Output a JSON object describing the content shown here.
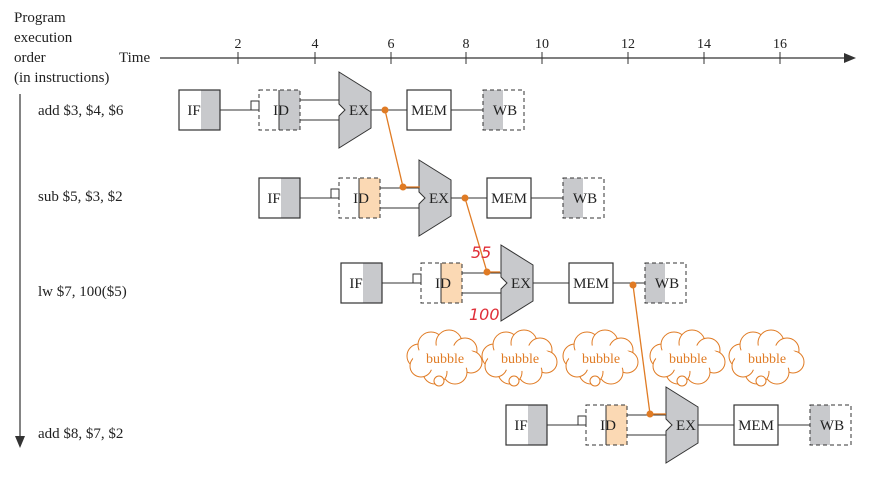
{
  "axis": {
    "row_label_lines": [
      "Program",
      "execution",
      "order",
      "(in instructions)"
    ],
    "time_label": "Time",
    "ticks": [
      "2",
      "4",
      "6",
      "8",
      "10",
      "12",
      "14",
      "16"
    ]
  },
  "instructions": [
    {
      "text": "add $3, $4, $6"
    },
    {
      "text": "sub $5, $3, $2"
    },
    {
      "text": "lw $7, 100($5)"
    },
    {
      "text": "add $8, $7, $2"
    }
  ],
  "stages": {
    "if": "IF",
    "id": "ID",
    "ex": "EX",
    "mem": "MEM",
    "wb": "WB"
  },
  "bubble_label": "bubble",
  "bubble_count": 5,
  "annotations": {
    "top": "55",
    "bottom": "100"
  },
  "colors": {
    "forward": "#e07b24",
    "shade": "#c8c9cc",
    "highlight": "#fbd9b4",
    "handwriting": "#e0303a"
  }
}
